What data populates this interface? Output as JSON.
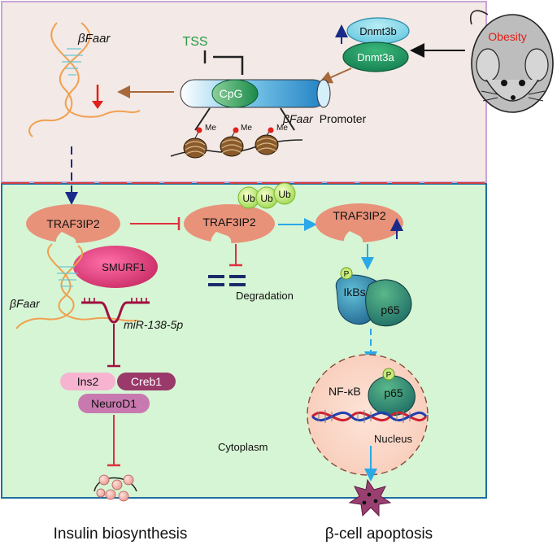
{
  "labels": {
    "obesity": "Obesity",
    "dnmt3b": "Dnmt3b",
    "dnmt3a": "Dnmt3a",
    "tss": "TSS",
    "cpg": "CpG",
    "promoter_gene": "βFaar",
    "promoter_word": "Promoter",
    "beta_faar_top": "βFaar",
    "me": "Me",
    "traf3ip2": "TRAF3IP2",
    "ub": "Ub",
    "smurf1": "SMURF1",
    "beta_faar_bottom": "βFaar",
    "mir": "miR-138-5p",
    "degradation": "Degradation",
    "p": "P",
    "ikbs": "IkBs",
    "p65": "p65",
    "nfkb": "NF-κB",
    "nucleus": "Nucleus",
    "ins2": "Ins2",
    "creb1": "Creb1",
    "neurod1": "NeuroD1",
    "cytoplasm": "Cytoplasm",
    "insulin_biosynthesis": "Insulin biosynthesis",
    "beta_cell_apoptosis": "β-cell apoptosis"
  },
  "colors": {
    "top_panel_bg": "#f3e9e6",
    "top_panel_border": "#c9a6d6",
    "bottom_panel_bg": "#d6f5d4",
    "bottom_panel_border": "#1f6fa3",
    "traf": "#e8927a",
    "smurf": "#d8387a",
    "dna_orange": "#f0a050",
    "mir_red": "#a01040",
    "obesity_red": "#e0201a",
    "tss_green": "#2a9a4a",
    "blue_arrow": "#2aa8e8",
    "inhibit_red": "#e03040",
    "ub_green": "#c8ec78",
    "nucleus_fill": "#f9d6c8",
    "ins2_pink": "#f6b4d0",
    "creb1_purple": "#9a3a6a",
    "neurod1_purple": "#c87ab0"
  }
}
